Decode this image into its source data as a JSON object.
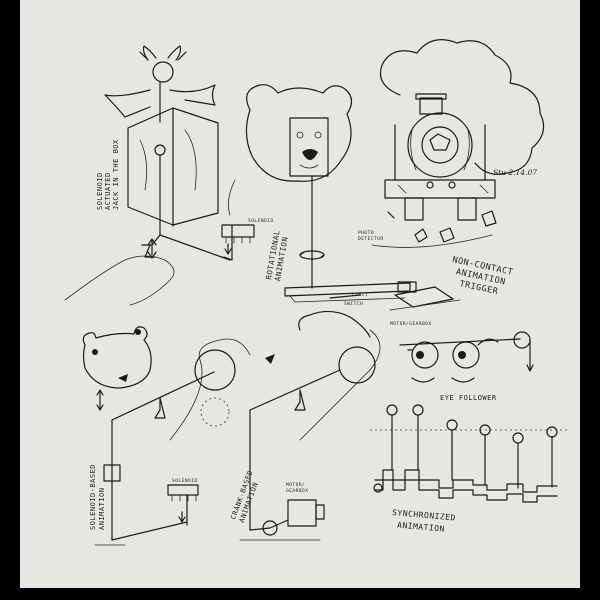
{
  "labels": {
    "jack_box": [
      "SOLENOID",
      "ACTUATED",
      "JACK IN THE BOX"
    ],
    "solenoid_top": "SOLENOID",
    "rotational": [
      "ROTATIONAL",
      "ANIMATION"
    ],
    "limit_switch": [
      "LIMIT",
      "SWITCH"
    ],
    "motor_gearbox_top": "MOTOR/GEARBOX",
    "photo_detector": [
      "PHOTO",
      "DETECTOR"
    ],
    "trigger": [
      "NON-CONTACT",
      "ANIMATION",
      "TRIGGER"
    ],
    "signature": "Stu 2.14.07",
    "eye_follower": "EYE FOLLOWER",
    "solenoid_based": [
      "SOLENOID-BASED",
      "ANIMATION"
    ],
    "solenoid_bottom": "SOLENOID",
    "crank_based": [
      "CRANK-BASED",
      "ANIMATION"
    ],
    "motor_gearbox_bottom": [
      "MOTOR/",
      "GEARBOX"
    ],
    "synchronized": [
      "SYNCHRONIZED",
      "ANIMATION"
    ]
  }
}
